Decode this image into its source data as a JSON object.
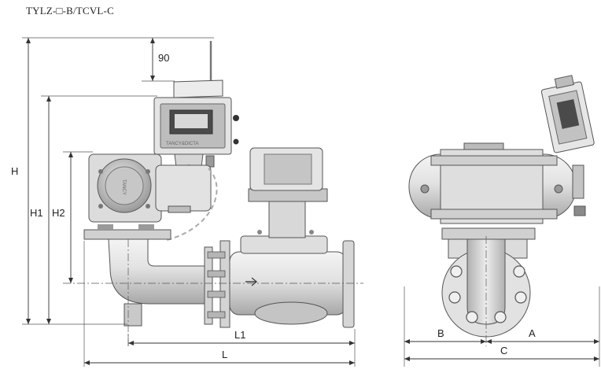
{
  "title": "TYLZ-□-B/TCVL-C",
  "dimensions": {
    "h": "H",
    "h1": "H1",
    "h2": "H2",
    "top": "90",
    "l1": "L1",
    "l": "L",
    "a": "A",
    "b": "B",
    "c": "C"
  },
  "labels": {
    "body_logo": "TANCY",
    "meter_logo": "TANCY&DICTA"
  },
  "colors": {
    "body_light": "#e6e6e6",
    "body_mid": "#cfcfcf",
    "body_dark": "#9c9c9c",
    "screen": "#4a4a4a",
    "line": "#333333"
  }
}
